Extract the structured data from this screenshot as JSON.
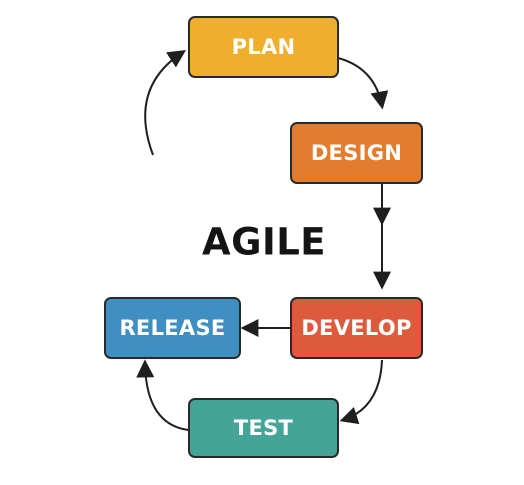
{
  "title": "AGILE",
  "stages": [
    {
      "id": "plan",
      "label": "PLAN",
      "color": "#F0AE2E"
    },
    {
      "id": "design",
      "label": "DESIGN",
      "color": "#E47C2E"
    },
    {
      "id": "develop",
      "label": "DEVELOP",
      "color": "#DD5A3D"
    },
    {
      "id": "test",
      "label": "TEST",
      "color": "#43A497"
    },
    {
      "id": "release",
      "label": "RELEASE",
      "color": "#3F8FC3"
    }
  ],
  "arrow_color": "#1f1f1f"
}
